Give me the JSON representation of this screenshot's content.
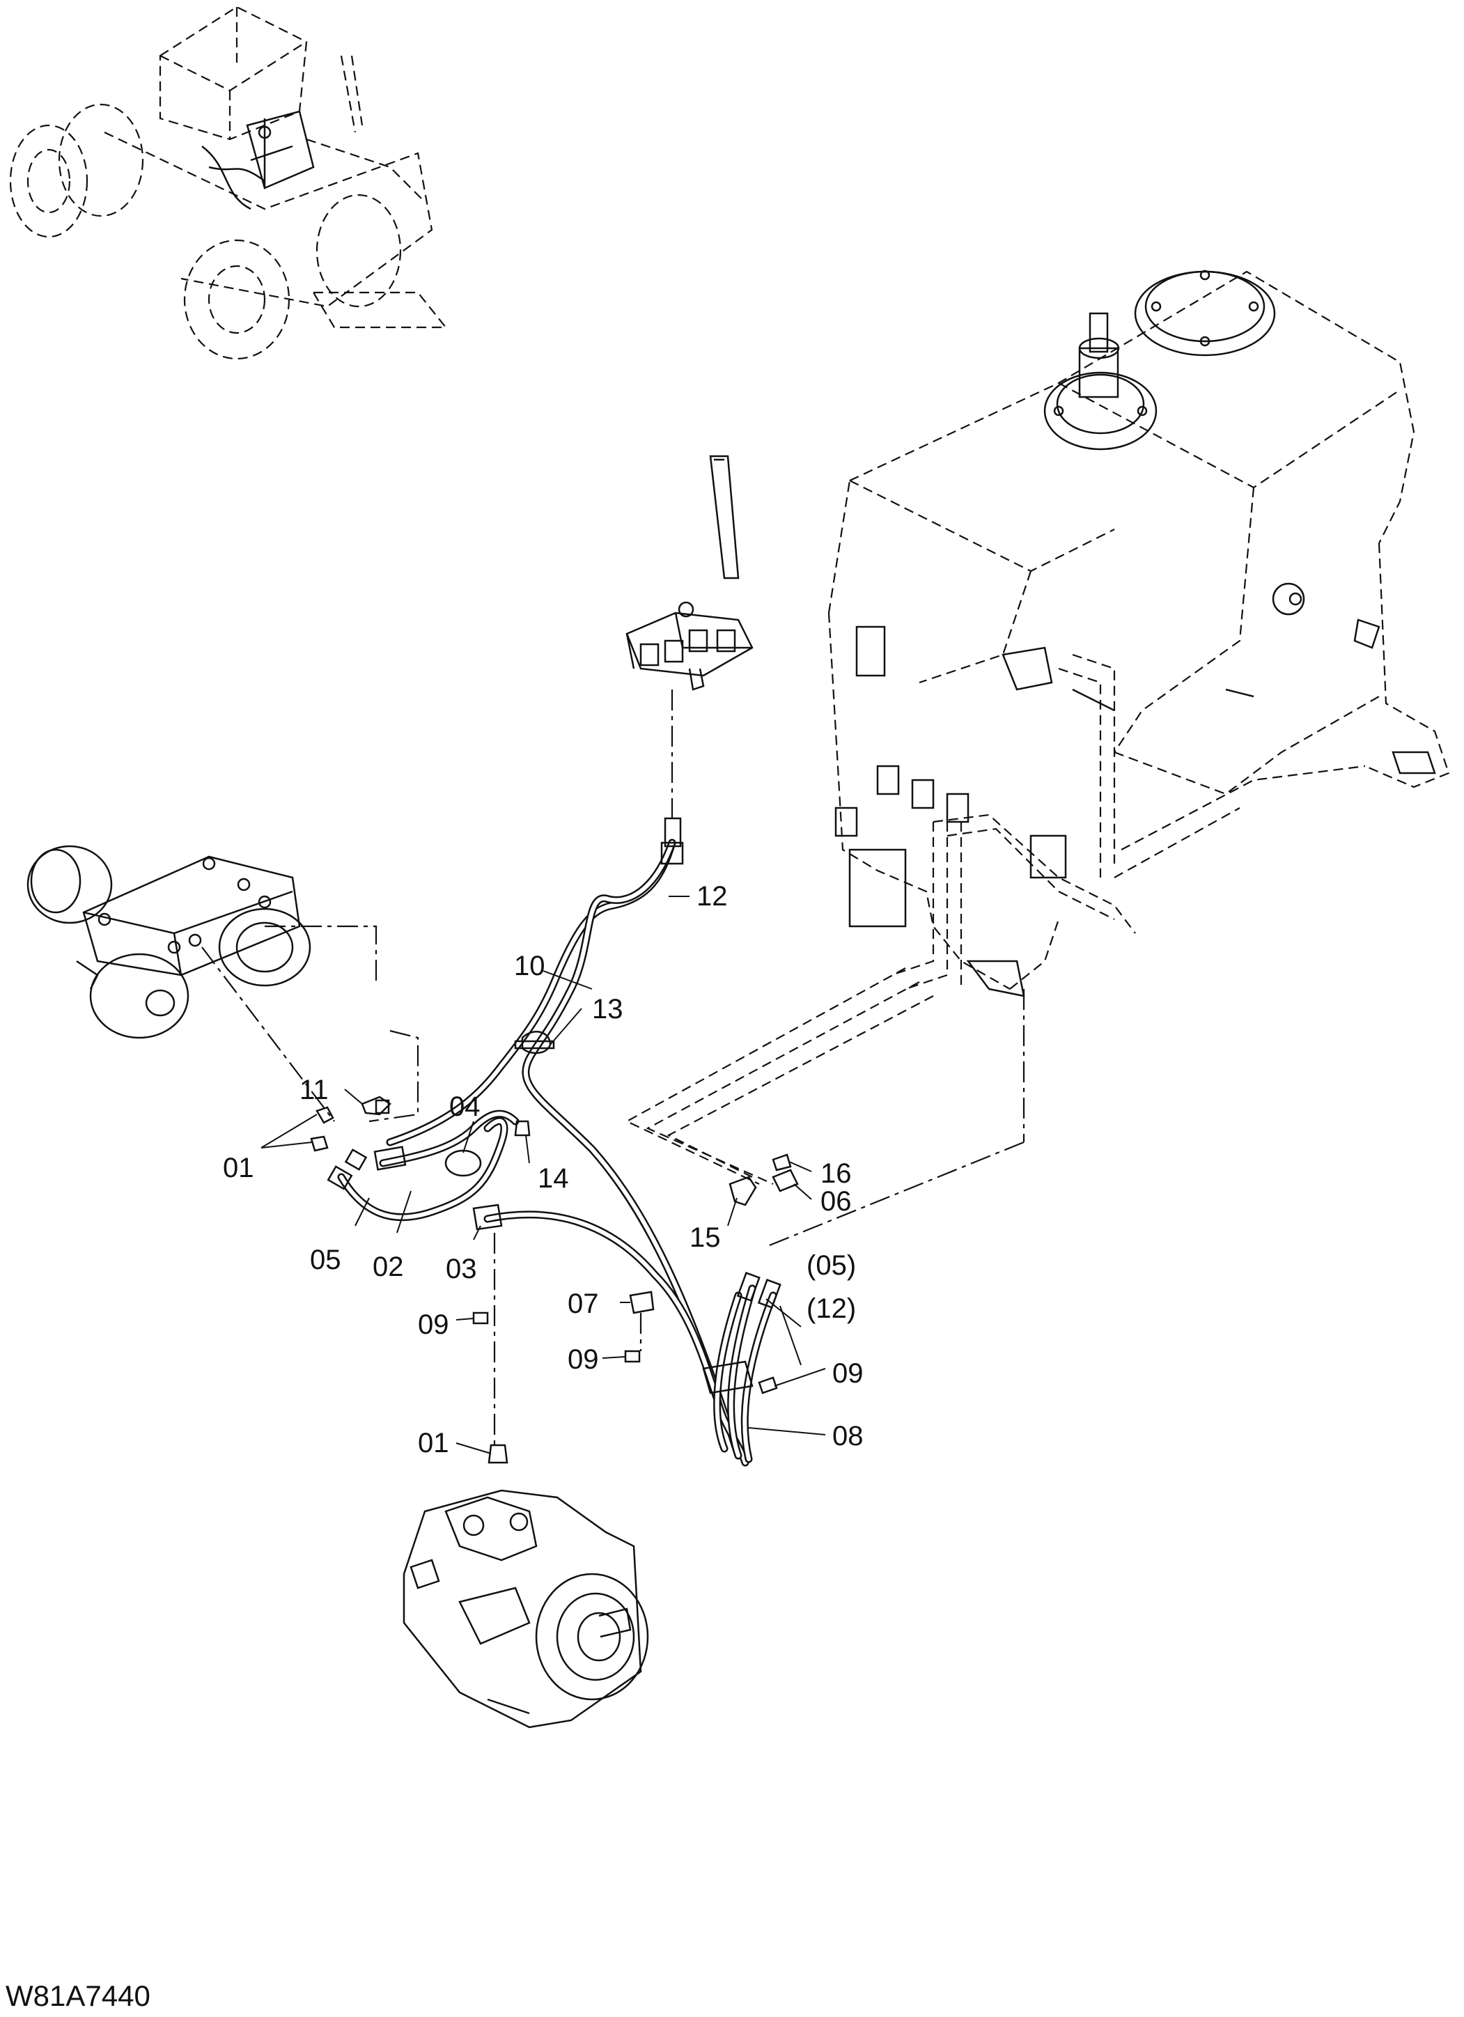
{
  "diagram_code": "W81A7440",
  "callouts": {
    "c01a": "01",
    "c01b": "01",
    "c02": "02",
    "c03": "03",
    "c04": "04",
    "c05": "05",
    "c05p": "(05)",
    "c06": "06",
    "c07": "07",
    "c08": "08",
    "c09a": "09",
    "c09b": "09",
    "c09c": "09",
    "c10": "10",
    "c11": "11",
    "c12": "12",
    "c12p": "(12)",
    "c13": "13",
    "c14": "14",
    "c15": "15",
    "c16": "16"
  }
}
